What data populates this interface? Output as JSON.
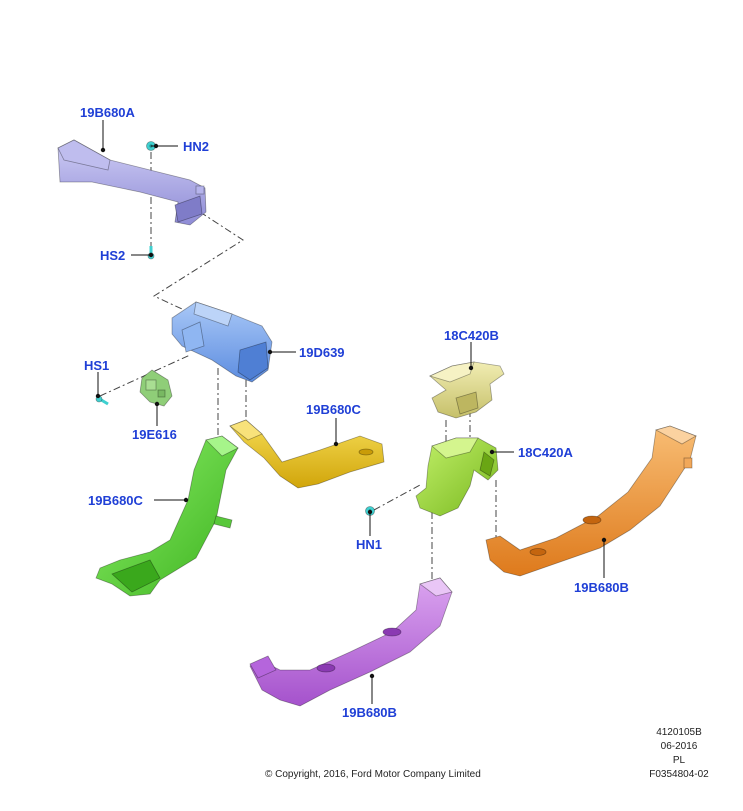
{
  "callouts": {
    "c1": "19B680A",
    "c2": "HN2",
    "c3": "HS2",
    "c4": "19D639",
    "c5": "HS1",
    "c6": "19E616",
    "c7": "19B680C",
    "c8": "19B680C",
    "c9": "18C420B",
    "c10": "18C420A",
    "c11": "HN1",
    "c12": "19B680B",
    "c13": "19B680B"
  },
  "footer": {
    "copyright": "© Copyright, 2016, Ford Motor Company Limited",
    "ref_number": "4120105B",
    "date": "06-2016",
    "lang": "PL",
    "figure_id": "F0354804-02"
  },
  "colors": {
    "label": "#1f3fd6",
    "duct_19b680a": "#a9a7e6",
    "duct_19d639": "#7aa6ee",
    "duct_19b680c_green": "#5fd43c",
    "duct_19b680c_yellow": "#e8c21a",
    "bracket_18c420b": "#ddd88a",
    "bracket_18c420a": "#9bd43a",
    "duct_19b680b_orange": "#ef9a3c",
    "duct_19b680b_purple": "#c47ae0",
    "fastener": "#3fd0d0",
    "sensor_19e616": "#8fce78"
  }
}
